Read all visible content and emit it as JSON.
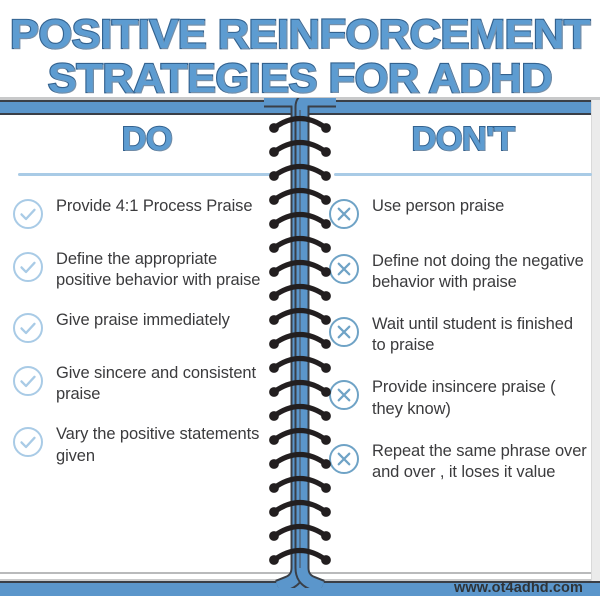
{
  "poster": {
    "title_line_1": "POSITIVE REINFORCEMENT",
    "title_line_2": "STRATEGIES FOR ADHD",
    "footer_url": "www.ot4adhd.com",
    "colors": {
      "title_fill": "#5d9cd1",
      "title_outline": "#33628f",
      "frame_blue": "#5b96cb",
      "frame_outline": "#3a3f47",
      "divider_rule": "#a9cbe6",
      "check_icon": "#a9cbe6",
      "cross_icon": "#6fa3c6",
      "body_text": "#3b3b3d",
      "page_background": "#ffffff",
      "edge_strip": "#ebebeb",
      "spiral_wire": "#231f20"
    }
  },
  "columns": {
    "do": {
      "heading": "DO",
      "icon_name": "check-circle-icon",
      "items": [
        "Provide 4:1 Process Praise",
        "Define the appropriate positive behavior with praise",
        "Give praise immediately",
        "Give sincere and consistent praise",
        "Vary the positive statements given"
      ]
    },
    "dont": {
      "heading": "DON'T",
      "icon_name": "cross-circle-icon",
      "items": [
        "Use person praise",
        "Define not doing the negative behavior with praise",
        "Wait until student is finished to praise",
        "Provide insincere praise ( they know)",
        "Repeat the same phrase over and over , it loses it value"
      ]
    }
  },
  "binding": {
    "ring_count": 18,
    "icon_name": "spiral-binding"
  }
}
